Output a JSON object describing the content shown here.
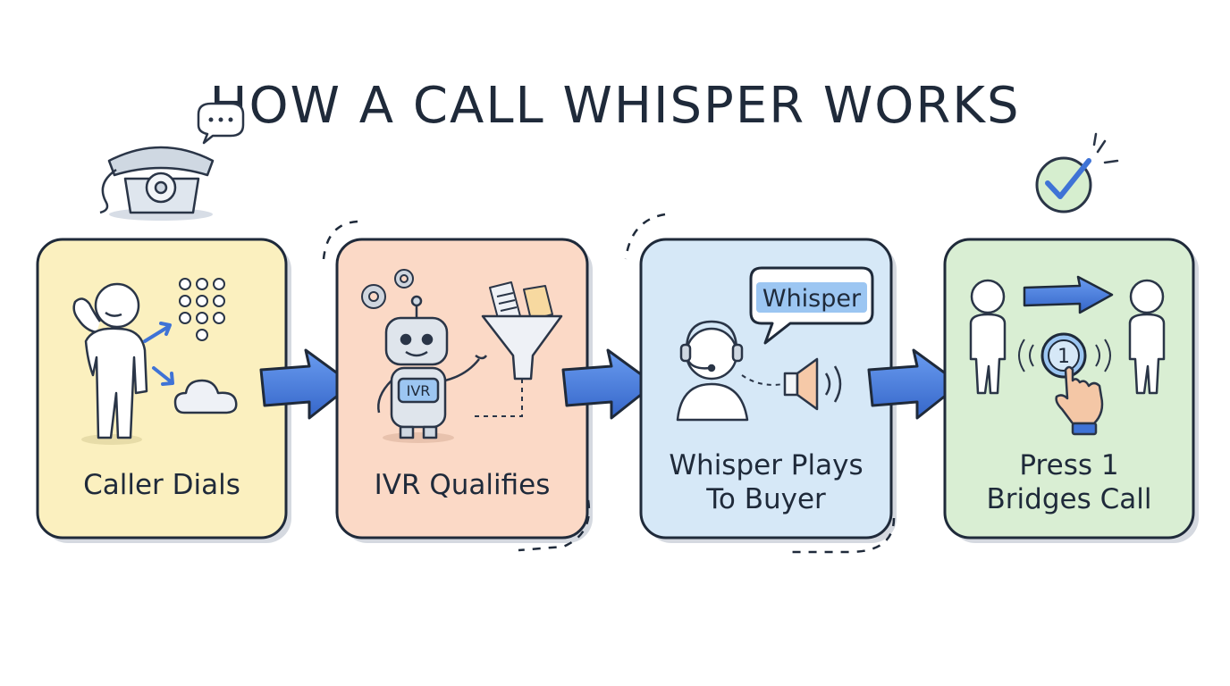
{
  "title": "HOW A CALL WHISPER WORKS",
  "steps": [
    {
      "label": "Caller Dials",
      "fill": "#fbf0bf"
    },
    {
      "label": "IVR Qualifies",
      "fill": "#fbd9c6",
      "badge": "IVR"
    },
    {
      "label_lines": [
        "Whisper Plays",
        "To Buyer"
      ],
      "fill": "#d6e8f7",
      "bubble": "Whisper"
    },
    {
      "label_lines": [
        "Press 1",
        "Bridges Call"
      ],
      "fill": "#d9eed3",
      "button": "1"
    }
  ],
  "colors": {
    "outline": "#1f2a3a",
    "arrow": "#4a7fdc",
    "accent_green": "#5bb36a",
    "bubble_blue": "#9cc6f2"
  },
  "icons": [
    "telephone-icon",
    "speech-bubble-icon",
    "keypad-icon",
    "cloud-icon",
    "gear-icon",
    "robot-icon",
    "document-icon",
    "funnel-icon",
    "headset-agent-icon",
    "speaker-icon",
    "checkmark-icon",
    "hand-pointer-icon",
    "person-icon"
  ]
}
